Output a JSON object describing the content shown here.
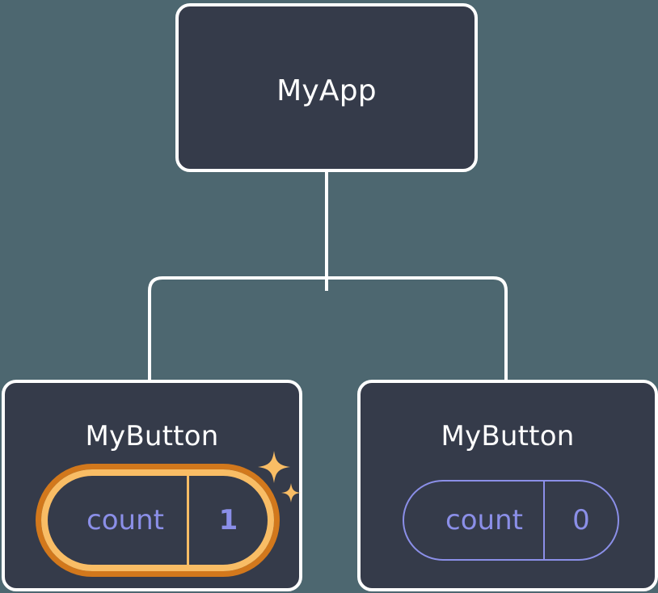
{
  "diagram": {
    "type": "component-tree",
    "background_color": "#4d6770",
    "node_fill_color": "#353b4a",
    "node_border_color": "#ffffff",
    "connector_color": "#ffffff",
    "state_text_color": "#8b8fe8",
    "highlight_outer_color": "#d2781c",
    "highlight_inner_color": "#f9bd65",
    "sparkle_color": "#f9bd65"
  },
  "root": {
    "title": "MyApp"
  },
  "children": [
    {
      "title": "MyButton",
      "state": {
        "key": "count",
        "value": "1"
      },
      "highlighted": true,
      "sparkle_icons": [
        "sparkle-large-icon",
        "sparkle-small-icon"
      ]
    },
    {
      "title": "MyButton",
      "state": {
        "key": "count",
        "value": "0"
      },
      "highlighted": false,
      "sparkle_icons": []
    }
  ]
}
